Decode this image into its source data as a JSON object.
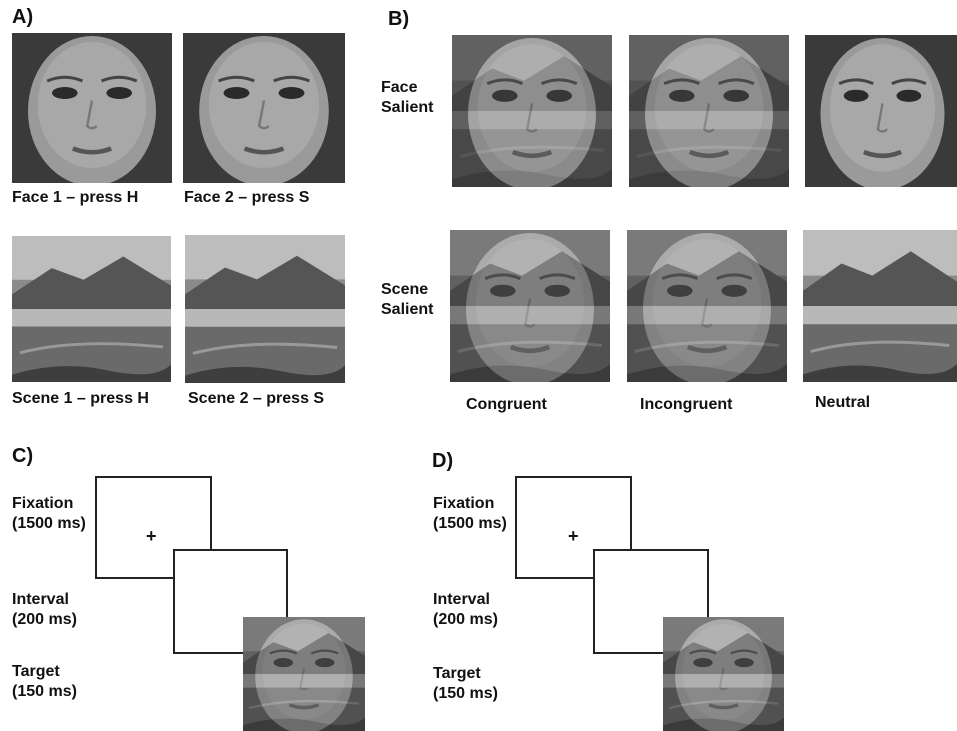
{
  "panels": {
    "a": "A)",
    "b": "B)",
    "c": "C)",
    "d": "D)"
  },
  "panel_a": {
    "face1": "Face 1 – press H",
    "face2": "Face 2 – press S",
    "scene1": "Scene 1 – press H",
    "scene2": "Scene 2 – press S"
  },
  "panel_b": {
    "row_face": [
      "Face",
      "Salient"
    ],
    "row_scene": [
      "Scene",
      "Salient"
    ],
    "col_congruent": "Congruent",
    "col_incongruent": "Incongruent",
    "col_neutral": "Neutral"
  },
  "sequence": {
    "fixation": [
      "Fixation",
      "(1500 ms)"
    ],
    "interval": [
      "Interval",
      "(200 ms)"
    ],
    "target": [
      "Target",
      "(150 ms)"
    ],
    "fixation_symbol": "+"
  }
}
